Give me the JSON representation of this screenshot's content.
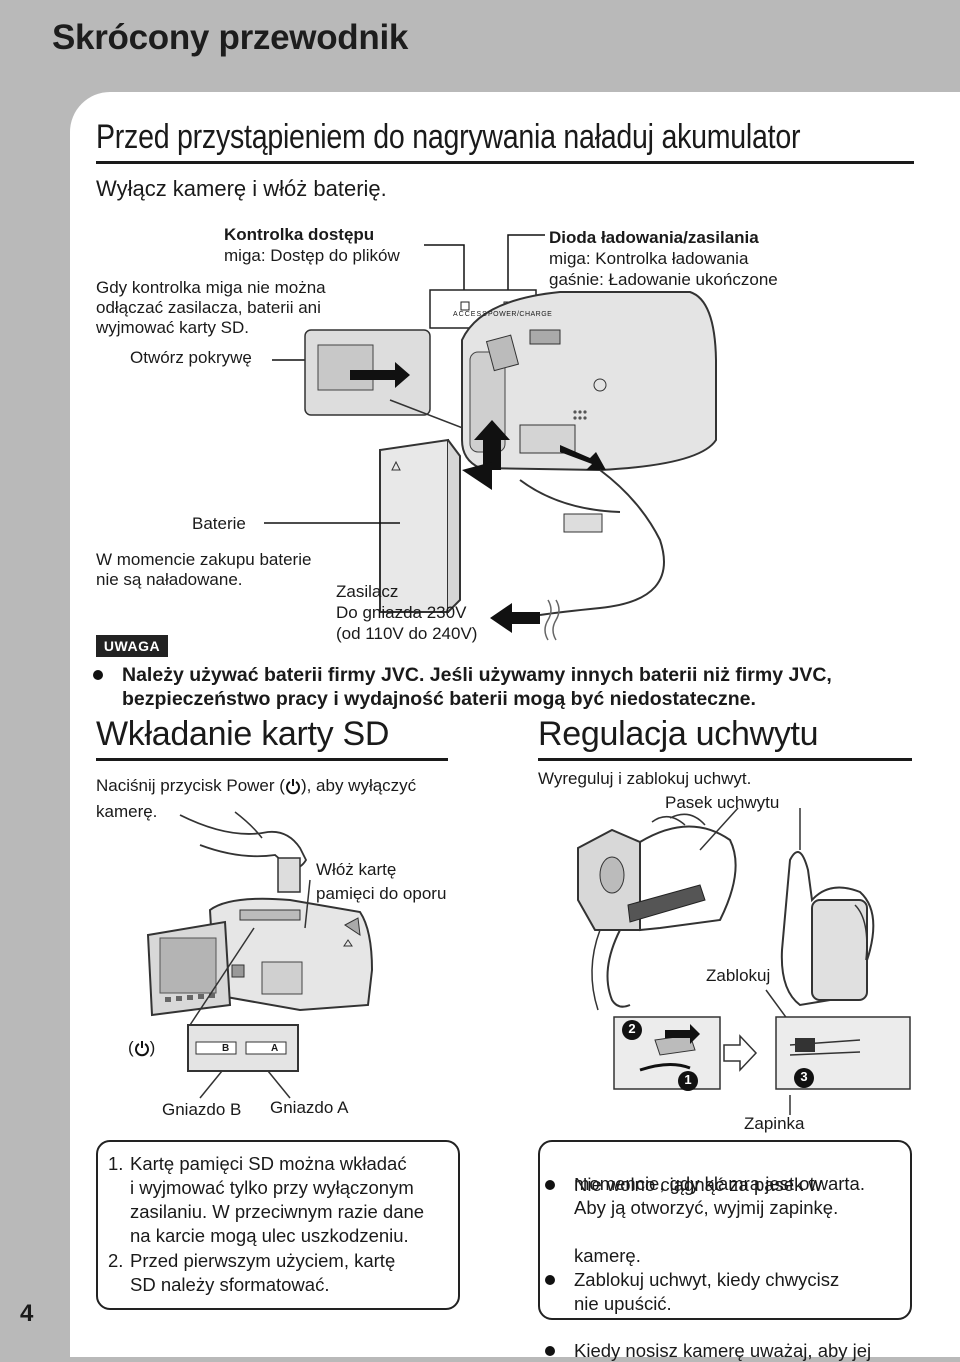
{
  "header": {
    "title": "Skrócony przewodnik"
  },
  "section1": {
    "title": "Przed przystąpieniem do nagrywania naładuj akumulator",
    "intro": "Wyłącz kamerę i włóż baterię.",
    "access_lamp": {
      "title": "Kontrolka dostępu",
      "desc": "miga: Dostęp do plików"
    },
    "access_note": [
      "Gdy kontrolka miga nie można",
      "odłączać zasilacza, baterii ani",
      "wyjmować karty SD."
    ],
    "open_cover": "Otwórz pokrywę",
    "charge_lamp": {
      "title": "Dioda ładowania/zasilania",
      "line1": "miga: Kontrolka ładowania",
      "line2": "gaśnie: Ładowanie ukończone"
    },
    "cam_labels": {
      "access": "ACCESS",
      "power": "POWER/CHARGE"
    },
    "battery": "Baterie",
    "battery_note": [
      "W momencie zakupu baterie",
      "nie są naładowane."
    ],
    "adapter": [
      "Zasilacz",
      "Do gniazda 230V",
      "(od 110V do 240V)"
    ],
    "caution_badge": "UWAGA",
    "caution_text": [
      "Należy używać baterii firmy JVC. Jeśli używamy innych baterii niż firmy JVC,",
      "bezpieczeństwo pracy i wydajność baterii mogą być niedostateczne."
    ]
  },
  "sd": {
    "title": "Wkładanie karty SD",
    "intro_a": "Naciśnij przycisk Power (",
    "intro_b": "), aby wyłączyć",
    "intro_c": "kamerę.",
    "insert_label": [
      "Włóż kartę",
      "pamięci do oporu"
    ],
    "slot_b": "Gniazdo B",
    "slot_a": "Gniazdo A",
    "slot_tags": [
      "B",
      "A"
    ],
    "notes": [
      {
        "num": "1.",
        "lines": [
          "Kartę pamięci SD można wkładać",
          "i wyjmować tylko przy wyłączonym",
          "zasilaniu. W przeciwnym razie dane",
          "na karcie mogą ulec uszkodzeniu."
        ]
      },
      {
        "num": "2.",
        "lines": [
          "Przed pierwszym użyciem, kartę",
          "SD należy sformatować."
        ]
      }
    ]
  },
  "grip": {
    "title": "Regulacja uchwytu",
    "intro": "Wyreguluj i zablokuj uchwyt.",
    "strap_label": "Pasek uchwytu",
    "lock_label": "Zablokuj",
    "clip_label": "Zapinka",
    "step_markers": [
      "2",
      "1",
      "3"
    ],
    "notes": [
      [
        "Nie wolno ciągnąć za pasek w",
        "momencie, gdy klamra jest otwarta.",
        "Aby ją otworzyć, wyjmij zapinkę."
      ],
      [
        "Zablokuj uchwyt, kiedy chwycisz",
        "kamerę."
      ],
      [
        "Kiedy nosisz kamerę uważaj, aby jej",
        "nie upuścić."
      ]
    ]
  },
  "page_number": "4",
  "icons": {
    "power": "power-icon",
    "caution": "caution-badge",
    "bullet": "bullet-dot"
  }
}
